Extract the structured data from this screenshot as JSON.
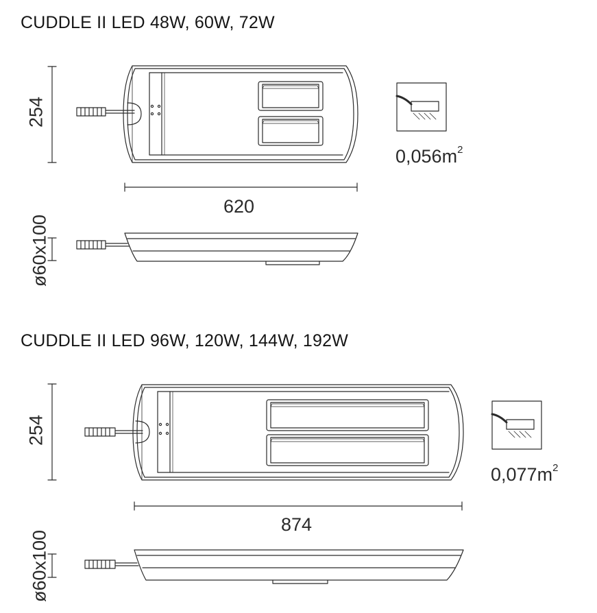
{
  "sections": [
    {
      "title": "CUDDLE II LED 48W, 60W, 72W",
      "height": "254",
      "length": "620",
      "profile": "ø60x100",
      "area_value": "0,056m",
      "area_exp": "2"
    },
    {
      "title": "CUDDLE II LED 96W, 120W, 144W, 192W",
      "height": "254",
      "length": "874",
      "profile": "ø60x100",
      "area_value": "0,077m",
      "area_exp": "2"
    }
  ],
  "colors": {
    "line": "#2b2b2b",
    "text": "#1a1a1a",
    "background": "#ffffff"
  }
}
